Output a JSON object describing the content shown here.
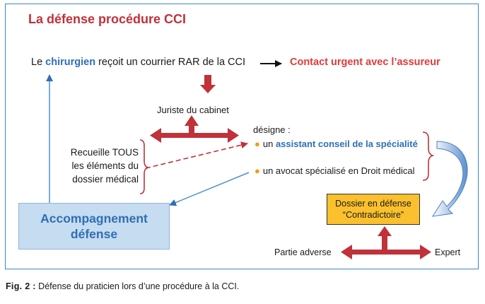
{
  "title": "La défense procédure CCI",
  "line1": {
    "prefix": "Le ",
    "chirurgien": "chirurgien",
    "suffix": " reçoit un courrier RAR de la CCI",
    "contact": "Contact urgent avec l’assureur"
  },
  "juriste": "Juriste du cabinet",
  "designe": "désigne :",
  "items": [
    {
      "prefix": "un ",
      "highlight": "assistant conseil de la spécialité",
      "rest": ""
    },
    {
      "prefix": "un avocat spécialisé en Droit médical",
      "highlight": "",
      "rest": ""
    }
  ],
  "recueille": [
    "Recueille TOUS",
    "les éléments du",
    "dossier médical"
  ],
  "accompagnement": [
    "Accompagnement",
    "défense"
  ],
  "dossier": [
    "Dossier en défense",
    "“Contradictoire”"
  ],
  "partie_adverse": "Partie adverse",
  "expert": "Expert",
  "caption": {
    "label": "Fig. 2 :",
    "text": " Défense du praticien lors d’une procédure à la CCI."
  },
  "colors": {
    "red": "#c0313a",
    "blue": "#2f6eb5",
    "orange": "#f39c12",
    "yellow": "#fbc02d",
    "light_blue": "#c5dcf1"
  }
}
